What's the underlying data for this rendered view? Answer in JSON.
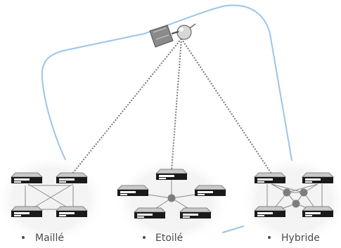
{
  "colors": {
    "outline": "#9cc4ea",
    "dotted_link": "#7a7a7a",
    "cross_link": "#8a8a8a",
    "hub": "#7d7d7d",
    "device_body": "#1a1a1a",
    "device_top": "#c9c9c9",
    "glow": "#eeeeee"
  },
  "satellite": {
    "icon": "satellite-icon"
  },
  "labels": {
    "mesh": "Maillé",
    "star": "Etoilé",
    "hybrid": "Hybride"
  },
  "device_icon": "network-device-icon"
}
